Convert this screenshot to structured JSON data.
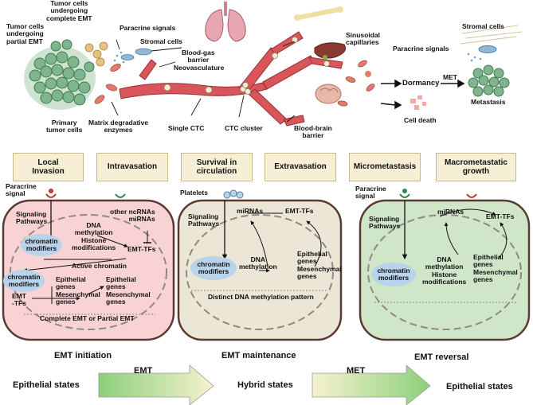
{
  "top": {
    "tumor_complete": "Tumor cells\nundergoing\ncomplete EMT",
    "tumor_partial": "Tumor cells\nundergoing\npartial EMT",
    "paracrine_signals": "Paracrine signals",
    "stromal_cells": "Stromal cells",
    "blood_gas_barrier": "Blood-gas\nbarrier",
    "neovasculature": "Neovasculature",
    "sinusoidal": "Sinusoidal\ncapillaries",
    "stromal_cells_right": "Stromal cells",
    "paracrine_signals_right": "Paracrine signals",
    "dormancy": "Dormancy",
    "met": "MET",
    "metastasis": "Metastasis",
    "primary": "Primary\ntumor cells",
    "matrix": "Matrix degradative\nenzymes",
    "single_ctc": "Single CTC",
    "ctc_cluster": "CTC cluster",
    "bbb": "Blood-brain\nbarrier",
    "cell_death": "Cell death"
  },
  "stages": [
    "Local\nInvasion",
    "Intravasation",
    "Survival in\ncirculation",
    "Extravasation",
    "Micrometastasis",
    "Macrometastatic\ngrowth"
  ],
  "cell1": {
    "paracrine": "Paracrine\nsignal",
    "signaling": "Signaling\nPathways",
    "chromatin1": "chromatin\nmodifiers",
    "dna": "DNA\nmethylation\nHistone\nmodifications",
    "ncrnas": "other ncRNAs\nmiRNAs",
    "emt_tfs": "EMT-TFs",
    "active": "Active chromatin",
    "chromatin2": "chromatin\nmodifiers",
    "emt_tfs2": "EMT\n-TFs",
    "epi_mes_a": "Epithelial\ngenes\nMesenchymal\ngenes",
    "epi_mes_b": "Epithelial\ngenes\nMesenchymal\ngenes",
    "complete": "Complete EMT or Partial EMT"
  },
  "cell2": {
    "platelets": "Platelets",
    "signaling": "Signaling\nPathways",
    "mirnas": "miRNAs",
    "emt_tfs": "EMT-TFs",
    "chromatin": "chromatin\nmodifiers",
    "dna": "DNA\nmethylation",
    "epi_mes": "Epithelial\ngenes\nMesenchymal\ngenes",
    "pattern": "Distinct DNA methylation pattern"
  },
  "cell3": {
    "paracrine": "Paracrine\nsignal",
    "signaling": "Signaling\nPathways",
    "mirnas": "miRNAs",
    "emt_tfs": "EMT-TFs",
    "chromatin": "chromatin\nmodifiers",
    "dna": "DNA\nmethylation\nHistone\nmodifications",
    "epi_mes": "Epithelial\ngenes\nMesenchymal\ngenes"
  },
  "captions": [
    "EMT initiation",
    "EMT maintenance",
    "EMT reversal"
  ],
  "bottom": {
    "epi1": "Epithelial states",
    "emt": "EMT",
    "hybrid": "Hybrid states",
    "met": "MET",
    "epi2": "Epithelial  states"
  },
  "colors": {
    "cell1_fill": "#f9d3d4",
    "cell2_fill": "#ebe6d6",
    "cell3_fill": "#cfe6c9",
    "cell_border": "#5a3b33",
    "vessel": "#d8565a",
    "stage_fill": "#f6efd6",
    "oval": "#b9d3ea"
  }
}
